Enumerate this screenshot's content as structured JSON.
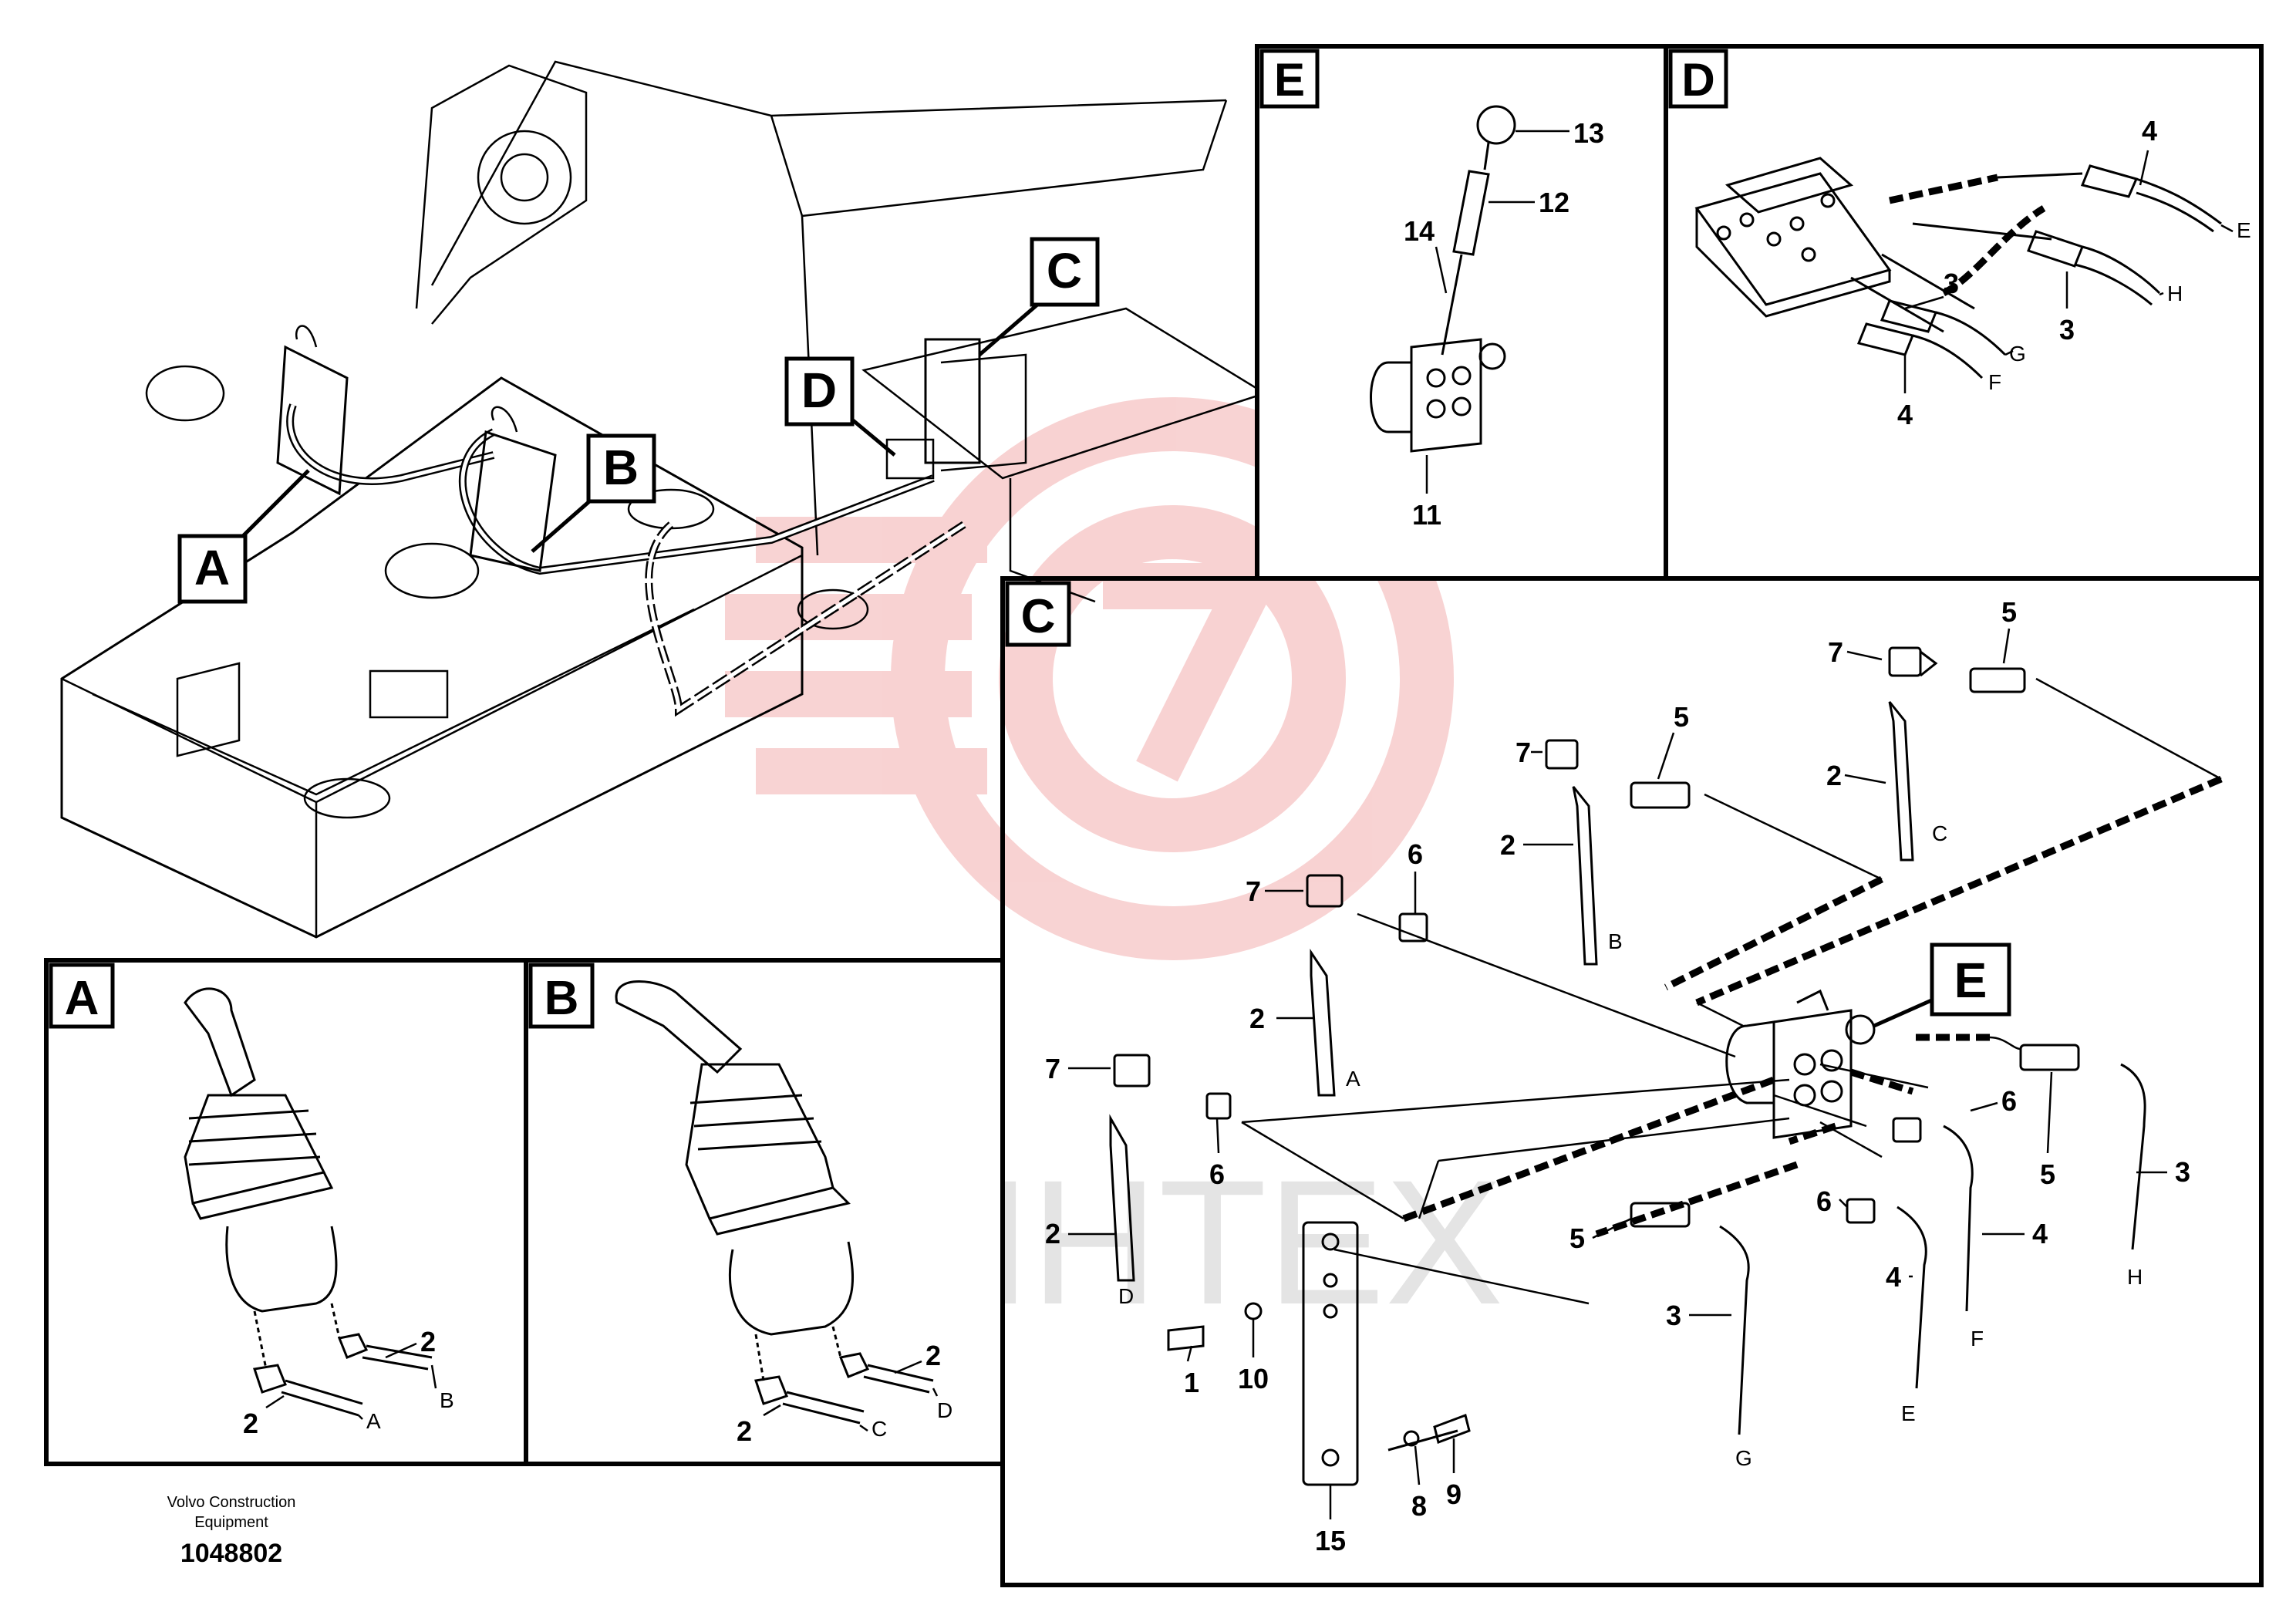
{
  "watermark": {
    "text": "ИНТЕХ",
    "color": "#f2a8a8"
  },
  "colors": {
    "line": "#000000",
    "background": "#ffffff",
    "watermark": "#f4b4b4"
  },
  "panels": {
    "E": {
      "letter": "E",
      "callouts": [
        "13",
        "12",
        "14",
        "11"
      ]
    },
    "D": {
      "letter": "D",
      "callouts": [
        "4",
        "3",
        "3",
        "4"
      ],
      "ports": [
        "E",
        "H",
        "G",
        "F"
      ]
    },
    "C": {
      "letter": "C"
    },
    "A": {
      "letter": "A",
      "callouts": [
        "2",
        "2"
      ],
      "ports": [
        "B",
        "A"
      ]
    },
    "B": {
      "letter": "B",
      "callouts": [
        "2",
        "2"
      ],
      "ports": [
        "D",
        "C"
      ]
    }
  },
  "overview": {
    "markers": [
      "A",
      "B",
      "C",
      "D"
    ]
  },
  "panelC": {
    "marker_e": "E",
    "labels": [
      "7",
      "5",
      "7",
      "5",
      "2",
      "C",
      "2",
      "B",
      "7",
      "6",
      "2",
      "A",
      "7",
      "6",
      "2",
      "D",
      "6",
      "5",
      "3",
      "H",
      "6",
      "4",
      "F",
      "5",
      "3",
      "G",
      "4",
      "E",
      "1",
      "10",
      "15",
      "8",
      "9"
    ]
  },
  "footer": {
    "company_line1": "Volvo Construction",
    "company_line2": "Equipment",
    "doc_number": "1048802"
  }
}
